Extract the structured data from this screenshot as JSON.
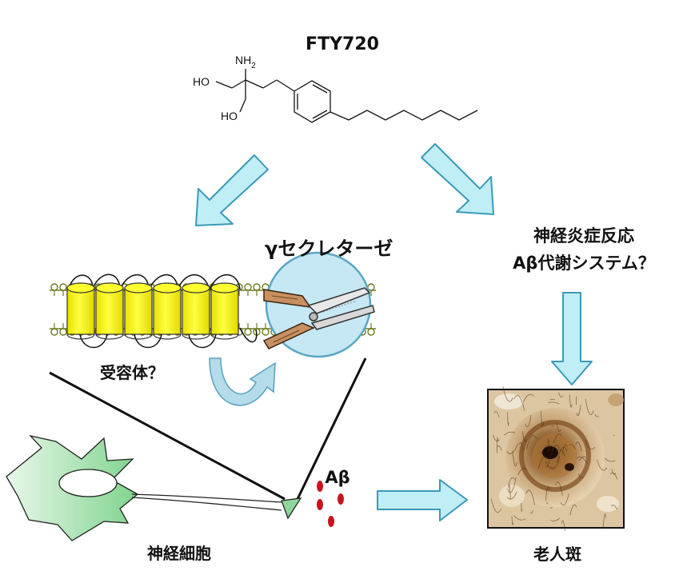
{
  "compound": {
    "name": "FTY720",
    "atoms": {
      "amine": "NH",
      "amine_sub": "2",
      "hydroxyl_1": "HO",
      "hydroxyl_2": "HO"
    }
  },
  "labels": {
    "gamma_secretase": "γセクレターゼ",
    "receptor": "受容体？",
    "neuroinflammation_line1": "神経炎症反応",
    "neuroinflammation_line2": "Aβ代謝システム？",
    "neuron": "神経細胞",
    "abeta": "Aβ",
    "senile_plaque": "老人斑"
  },
  "colors": {
    "arrow_fill": "#bfeef6",
    "arrow_stroke": "#3b99b8",
    "helix_yellow": "#f7f200",
    "membrane_olive": "#6b7a1e",
    "secretase_disc": "#c6e8f4",
    "abeta_red": "#c8141e",
    "neuron_green": "#a9e2b0"
  }
}
